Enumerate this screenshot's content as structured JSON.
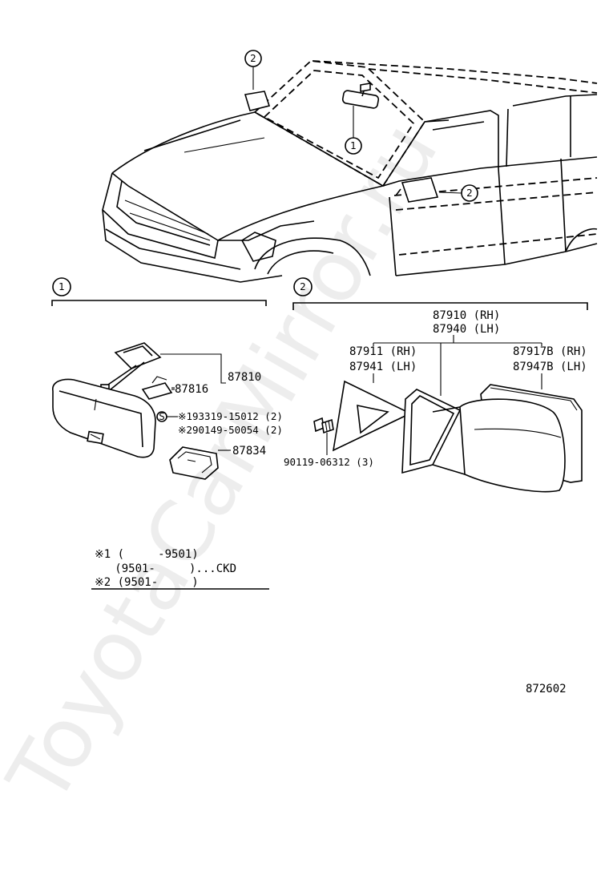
{
  "watermark": "ToyotaCarMirror.ru",
  "callouts": {
    "c1_top": "1",
    "c2_left": "2",
    "c2_right": "2",
    "section1": "1",
    "section2": "2"
  },
  "section1": {
    "part_87810": "87810",
    "part_87816": "87816",
    "part_87834": "87834",
    "screw_code": "S",
    "ref_193319": "※193319-15012 (2)",
    "ref_290149": "※290149-50054 (2)"
  },
  "section2": {
    "assy_rh": "87910 (RH)",
    "assy_lh": "87940 (LH)",
    "cover_rh": "87911 (RH)",
    "cover_lh": "87941 (LH)",
    "mirror_rh": "87917B (RH)",
    "mirror_lh": "87947B (LH)",
    "screw": "90119-06312 (3)"
  },
  "notes": {
    "line1": "※1 (     -9501)",
    "line2": "   (9501-     )...CKD",
    "line3": "※2 (9501-     )"
  },
  "diagram_id": "872602"
}
